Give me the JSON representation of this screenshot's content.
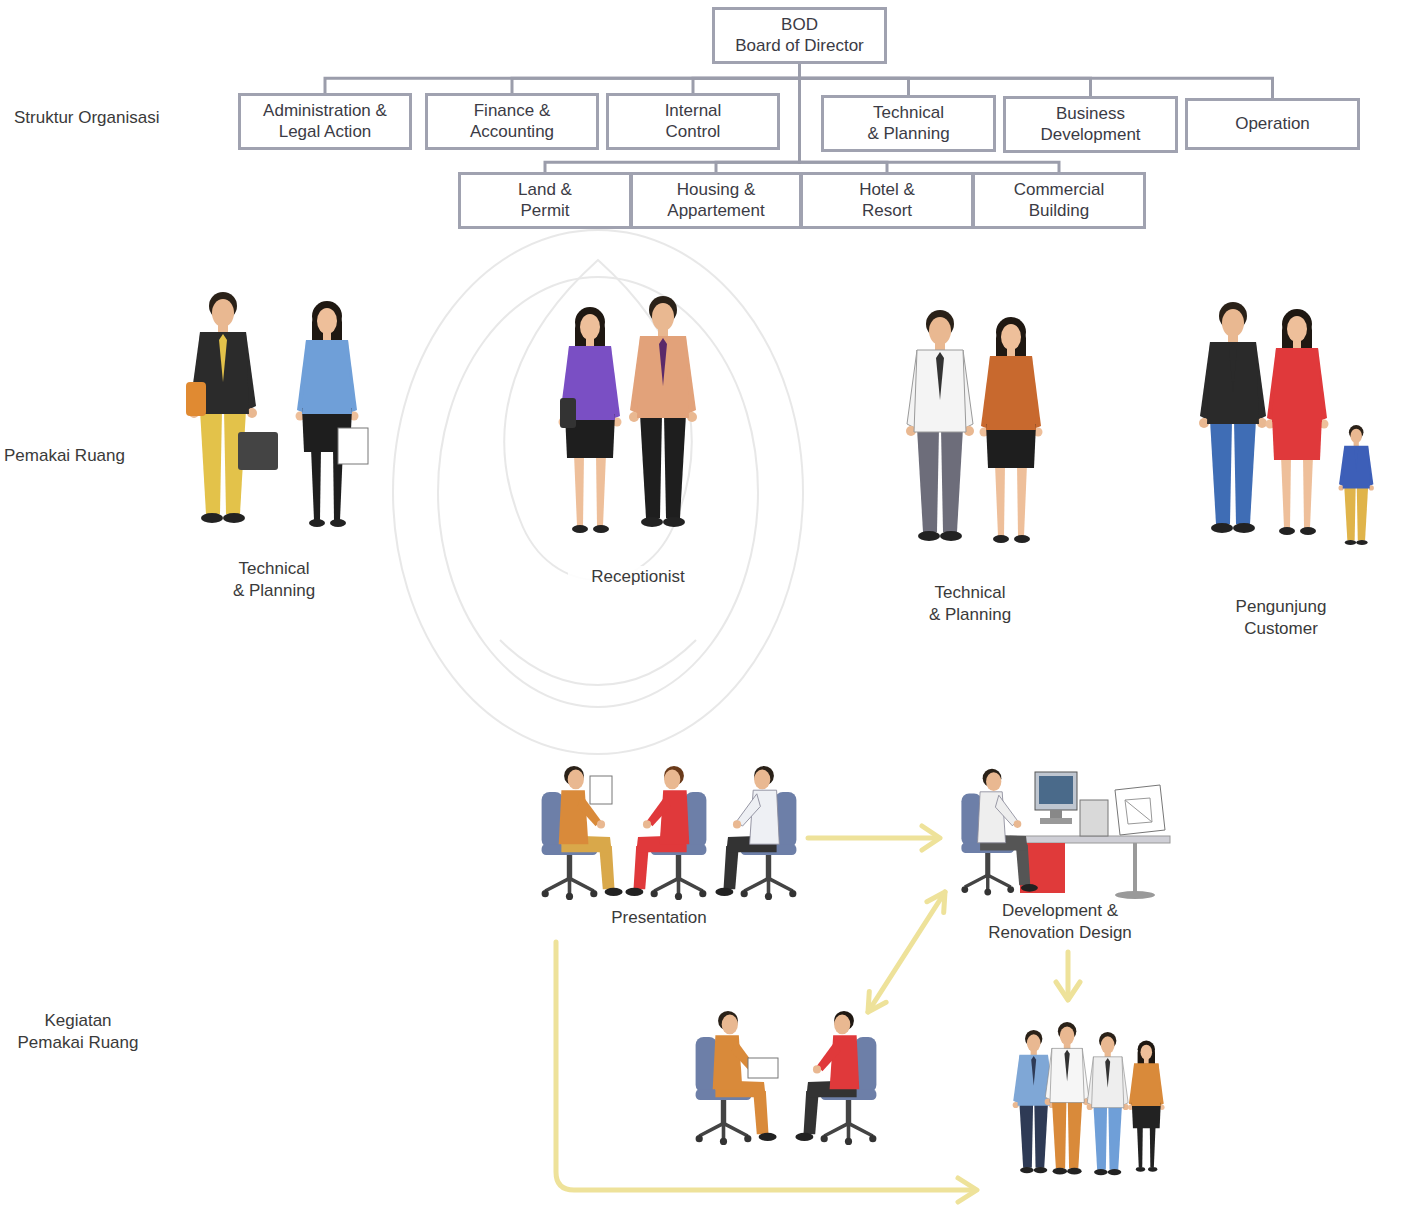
{
  "diagram": {
    "nodes": [
      {
        "text": [
          "BOD",
          "Board of Director"
        ]
      },
      {
        "text": [
          "Administration & Legal Action"
        ]
      },
      {
        "text": [
          "Finance & Accounting"
        ]
      },
      {
        "text": [
          "Internal Control"
        ]
      },
      {
        "text": [
          "Technical & Planning"
        ]
      },
      {
        "text": [
          "Business Development"
        ]
      },
      {
        "text": [
          "Operation"
        ]
      },
      {
        "text": [
          "Land & Permit"
        ]
      },
      {
        "text": [
          "Housing & Appartement"
        ]
      },
      {
        "text": [
          "Hotel & Resort"
        ]
      },
      {
        "text": [
          "Commercial Building"
        ]
      }
    ],
    "edges": [
      {
        "from": 0,
        "to": 1,
        "arrow": "none"
      },
      {
        "from": 0,
        "to": 2,
        "arrow": "none"
      },
      {
        "from": 0,
        "to": 3,
        "arrow": "none"
      },
      {
        "from": 0,
        "to": 4,
        "arrow": "none"
      },
      {
        "from": 0,
        "to": 5,
        "arrow": "none"
      },
      {
        "from": 0,
        "to": 6,
        "arrow": "none"
      },
      {
        "from": 0,
        "to": 7,
        "arrow": "none"
      },
      {
        "from": 0,
        "to": 8,
        "arrow": "none"
      },
      {
        "from": 0,
        "to": 9,
        "arrow": "none"
      },
      {
        "from": 0,
        "to": 10,
        "arrow": "none"
      }
    ],
    "labels": [
      "Struktur Organisasi",
      "Pemakai Ruang",
      "Technical & Planning",
      "Receptionist",
      "Technical & Planning",
      "Pengunjung Customer",
      "Presentation",
      "Development & Renovation Design",
      "Kegiatan Pemakai Ruang"
    ]
  }
}
